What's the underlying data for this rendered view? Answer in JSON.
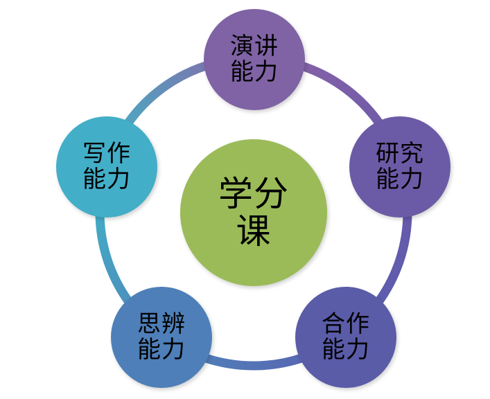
{
  "diagram": {
    "center": {
      "lines": [
        "学分",
        "课"
      ],
      "color": "#9bbb59"
    },
    "nodes": [
      {
        "id": "speech",
        "lines": [
          "演讲",
          "能力"
        ],
        "color": "#7f63a5"
      },
      {
        "id": "research",
        "lines": [
          "研究",
          "能力"
        ],
        "color": "#6b5aa6"
      },
      {
        "id": "teamwork",
        "lines": [
          "合作",
          "能力"
        ],
        "color": "#5a5ca8"
      },
      {
        "id": "thinking",
        "lines": [
          "思辨",
          "能力"
        ],
        "color": "#4e7fb8"
      },
      {
        "id": "writing",
        "lines": [
          "写作",
          "能力"
        ],
        "color": "#43aec7"
      }
    ],
    "ring_colors": [
      "#8a65a8",
      "#6a58a8",
      "#5a5fb0",
      "#4f86bb",
      "#3fb7c8"
    ]
  }
}
